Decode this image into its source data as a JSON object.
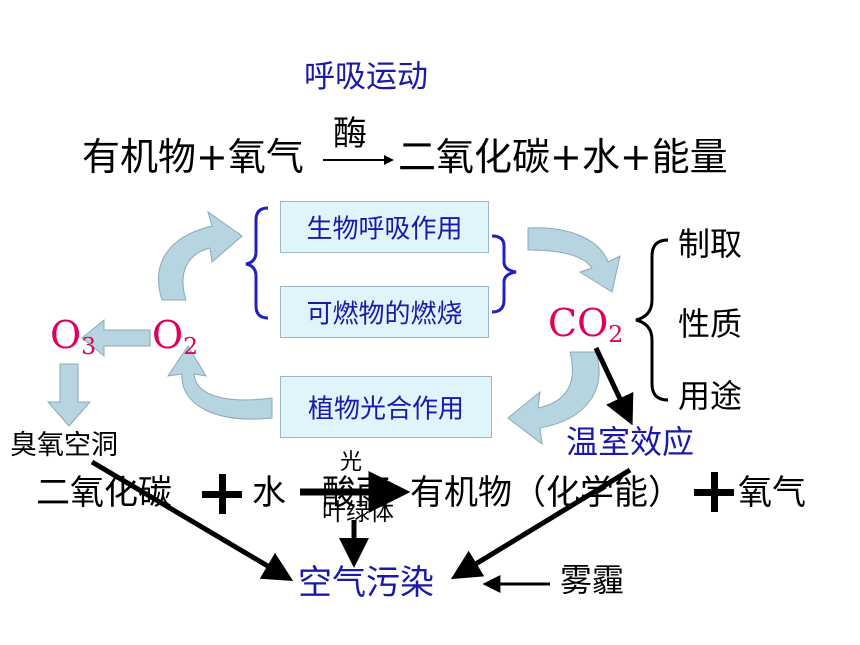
{
  "title": "呼吸运动",
  "respiration_equation": {
    "left": "有机物+氧气",
    "catalyst": "酶",
    "right": "二氧化碳+水+能量"
  },
  "boxes": {
    "biological_respiration": "生物呼吸作用",
    "combustion": "可燃物的燃烧",
    "photosynthesis": "植物光合作用"
  },
  "molecules": {
    "ozone": {
      "symbol": "O",
      "sub": "3"
    },
    "oxygen": {
      "symbol": "O",
      "sub": "2"
    },
    "carbon_dioxide": {
      "symbol": "CO",
      "sub": "2"
    }
  },
  "co2_branches": [
    "制取",
    "性质",
    "用途"
  ],
  "ozone_hole": "臭氧空洞",
  "greenhouse_effect": "温室效应",
  "photosynthesis_equation": {
    "reactant1": "二氧化碳",
    "reactant2": "水",
    "overlap_text": "酸雨",
    "condition_top": "光",
    "condition_bottom": "叶绿体",
    "product1": "有机物（化学能）",
    "product2": "氧气"
  },
  "air_pollution": "空气污染",
  "smog": "雾霾",
  "colors": {
    "blue_text": "#1a1aa8",
    "molecule_pink": "#e0005c",
    "box_fill": "#dff4fb",
    "cycle_arrow": "#b7d5e0"
  }
}
